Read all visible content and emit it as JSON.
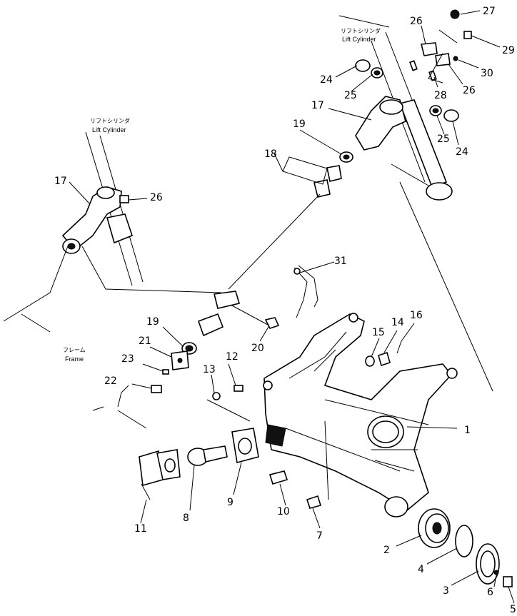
{
  "diagram": {
    "callouts": {
      "c1": "1",
      "c2": "2",
      "c3": "3",
      "c4": "4",
      "c5": "5",
      "c6": "6",
      "c7": "7",
      "c8": "8",
      "c9": "9",
      "c10": "10",
      "c11": "11",
      "c12": "12",
      "c13": "13",
      "c14": "14",
      "c15": "15",
      "c16": "16",
      "c17a": "17",
      "c17b": "17",
      "c18": "18",
      "c19a": "19",
      "c19b": "19",
      "c20": "20",
      "c21": "21",
      "c22": "22",
      "c23": "23",
      "c24a": "24",
      "c24b": "24",
      "c25a": "25",
      "c25b": "25",
      "c26a": "26",
      "c26b": "26",
      "c26c": "26",
      "c27": "27",
      "c28": "28",
      "c29": "29",
      "c30": "30",
      "c31": "31"
    },
    "labels": {
      "lift_cylinder_right_jp": "リフトシリンダ",
      "lift_cylinder_right_en": "Lift Cylinder",
      "lift_cylinder_left_jp": "リフトシリンダ",
      "lift_cylinder_left_en": "Lift Cylinder",
      "frame_jp": "フレーム",
      "frame_en": "Frame"
    }
  }
}
